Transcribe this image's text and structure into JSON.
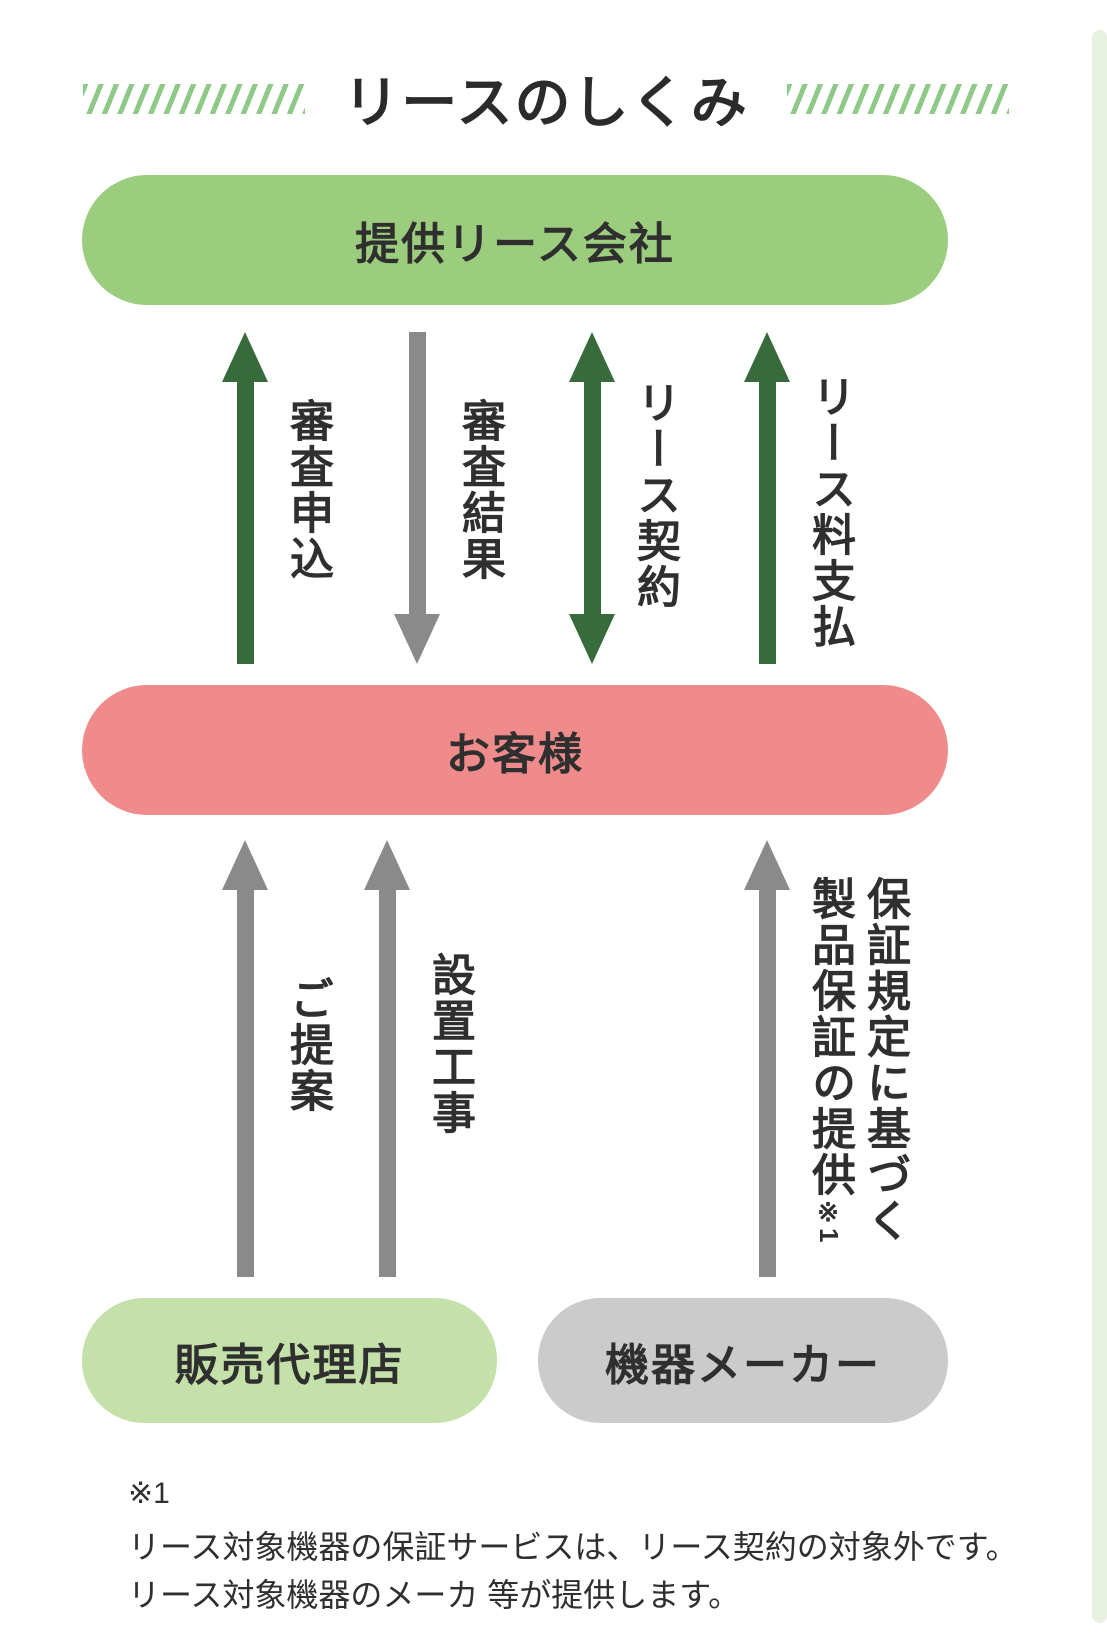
{
  "title": "リースのしくみ",
  "entities": {
    "lease_company": "提供リース会社",
    "customer": "お客様",
    "sales_agent": "販売代理店",
    "manufacturer": "機器メーカー"
  },
  "upper_flows": [
    {
      "label": "審査申込",
      "direction": "up",
      "color": "#386b3c"
    },
    {
      "label": "審査結果",
      "direction": "down",
      "color": "#8a8a8a"
    },
    {
      "label": "リース契約",
      "direction": "both",
      "color": "#386b3c"
    },
    {
      "label": "リース料支払",
      "direction": "up",
      "color": "#386b3c"
    }
  ],
  "lower_flows": [
    {
      "label": "ご提案",
      "direction": "up",
      "color": "#8a8a8a"
    },
    {
      "label": "設置工事",
      "direction": "up",
      "color": "#8a8a8a"
    },
    {
      "label_line1": "保証規定に基づく",
      "label_line2": "製品保証の提供",
      "note_ref": "※1",
      "direction": "up",
      "color": "#8a8a8a"
    }
  ],
  "footnote": {
    "marker": "※1",
    "lines": [
      "リース対象機器の保証サービスは、リース契約の対象外です。",
      "リース対象機器のメーカ 等が提供します。"
    ]
  },
  "colors": {
    "arrow_green": "#386b3c",
    "arrow_gray": "#8a8a8a",
    "box_green": "#9ccd7f",
    "box_pink": "#f08b8b",
    "box_light_green": "#c5e1aa",
    "box_gray": "#cbcbcb",
    "hatch_green": "#8fc987",
    "edge_strip": "#e8f0de",
    "text": "#2f2f2f"
  }
}
